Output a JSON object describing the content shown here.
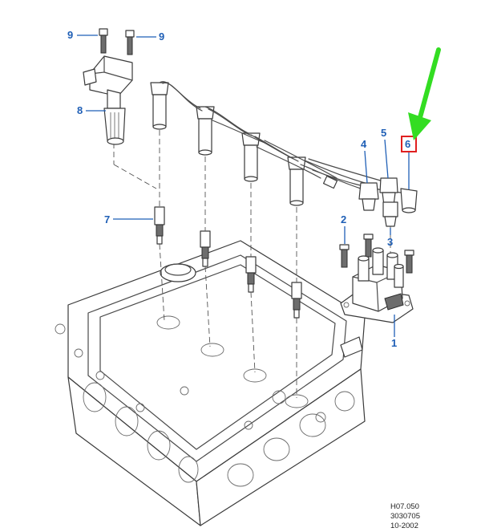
{
  "callouts": {
    "c1": "1",
    "c2": "2",
    "c3": "3",
    "c4": "4",
    "c5": "5",
    "c6": "6",
    "c7": "7",
    "c8": "8",
    "c9a": "9",
    "c9b": "9"
  },
  "reference": {
    "line1": "H07.050",
    "line2": "3030705",
    "line3": "10-2002"
  },
  "colors": {
    "callout": "#1f5fb6",
    "highlight_box": "#e02020",
    "arrow": "#33dd22"
  }
}
